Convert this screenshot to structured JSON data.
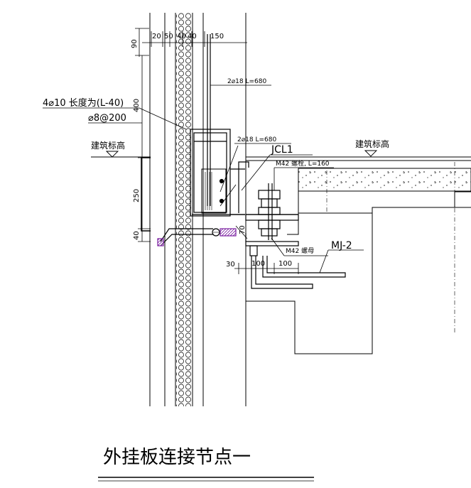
{
  "labels": {
    "rebar_main": "4⌀10 长度为(L-40)",
    "rebar_stirrup": "⌀8@200",
    "rebar_top": "2⌀18 L=680",
    "rebar_mid": "2⌀18 L=680",
    "jcl": "JCL1",
    "bolt": "M42 螺栓, L=160",
    "nut": "M42 螺母",
    "mj": "MJ-2",
    "elev_left": "建筑标高",
    "elev_right": "建筑标高",
    "title": "外挂板连接节点一"
  },
  "dims": {
    "top": [
      "20",
      "50",
      "40",
      "40",
      "150"
    ],
    "top_v": "90",
    "left_v_400": "400",
    "left_v_250": "250",
    "left_v_40": "40",
    "mid_70": "70",
    "bot_30": "30",
    "bot_100a": "100",
    "bot_100b": "100"
  },
  "colors": {
    "line": "#000000",
    "hatch": "#7a1fa0"
  }
}
